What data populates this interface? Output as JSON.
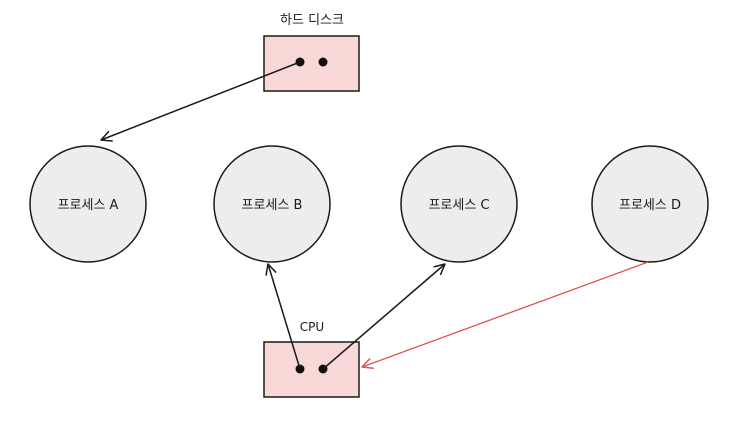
{
  "disk": {
    "label": "하드 디스크"
  },
  "cpu": {
    "label": "CPU"
  },
  "processes": [
    {
      "label": "프로세스 A"
    },
    {
      "label": "프로세스 B"
    },
    {
      "label": "프로세스 C"
    },
    {
      "label": "프로세스 D"
    }
  ],
  "colors": {
    "box_fill": "#f8d9d8",
    "stroke": "#1a1a1a",
    "circle_fill": "#ededed",
    "pending_request": "#e0544f"
  }
}
